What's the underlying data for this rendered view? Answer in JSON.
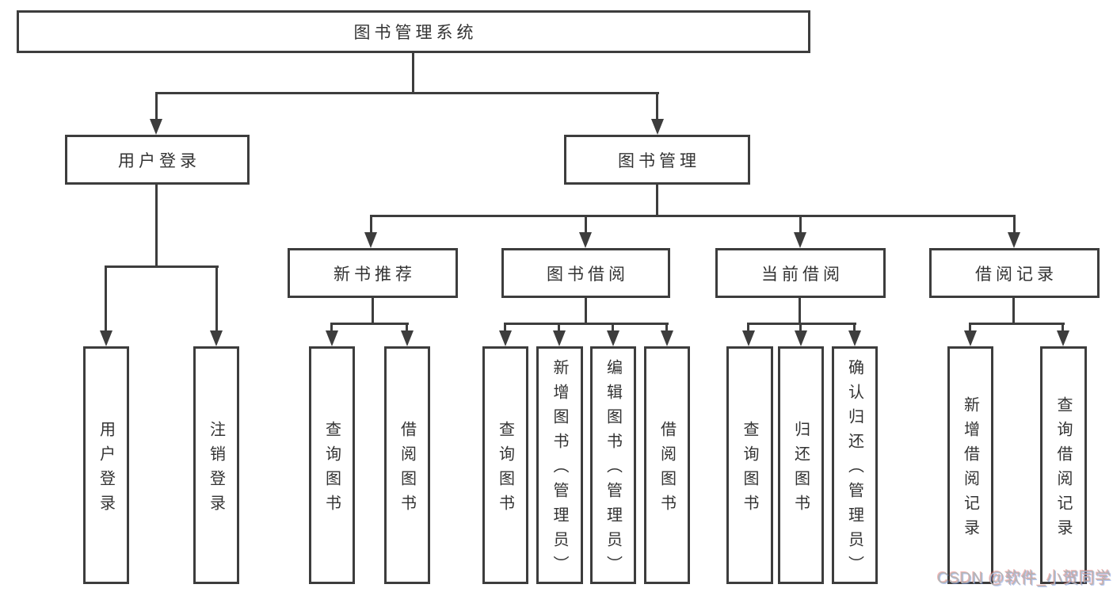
{
  "tree": {
    "root": "图书管理系统",
    "branches": [
      {
        "label": "用户登录",
        "children": [
          "用户登录",
          "注销登录"
        ]
      },
      {
        "label": "图书管理",
        "groups": [
          {
            "label": "新书推荐",
            "children": [
              "查询图书",
              "借阅图书"
            ]
          },
          {
            "label": "图书借阅",
            "children": [
              "查询图书",
              "新增图书（管理员）",
              "编辑图书（管理员）",
              "借阅图书"
            ]
          },
          {
            "label": "当前借阅",
            "children": [
              "查询图书",
              "归还图书",
              "确认归还（管理员）"
            ]
          },
          {
            "label": "借阅记录",
            "children": [
              "新增借阅记录",
              "查询借阅记录"
            ]
          }
        ]
      }
    ]
  },
  "watermark": {
    "text": "CSDN @软件_小贺同学"
  },
  "colors": {
    "line": "#3d3d3d",
    "text": "#333333",
    "watermark": "#b5b5b5",
    "background": "#ffffff"
  }
}
